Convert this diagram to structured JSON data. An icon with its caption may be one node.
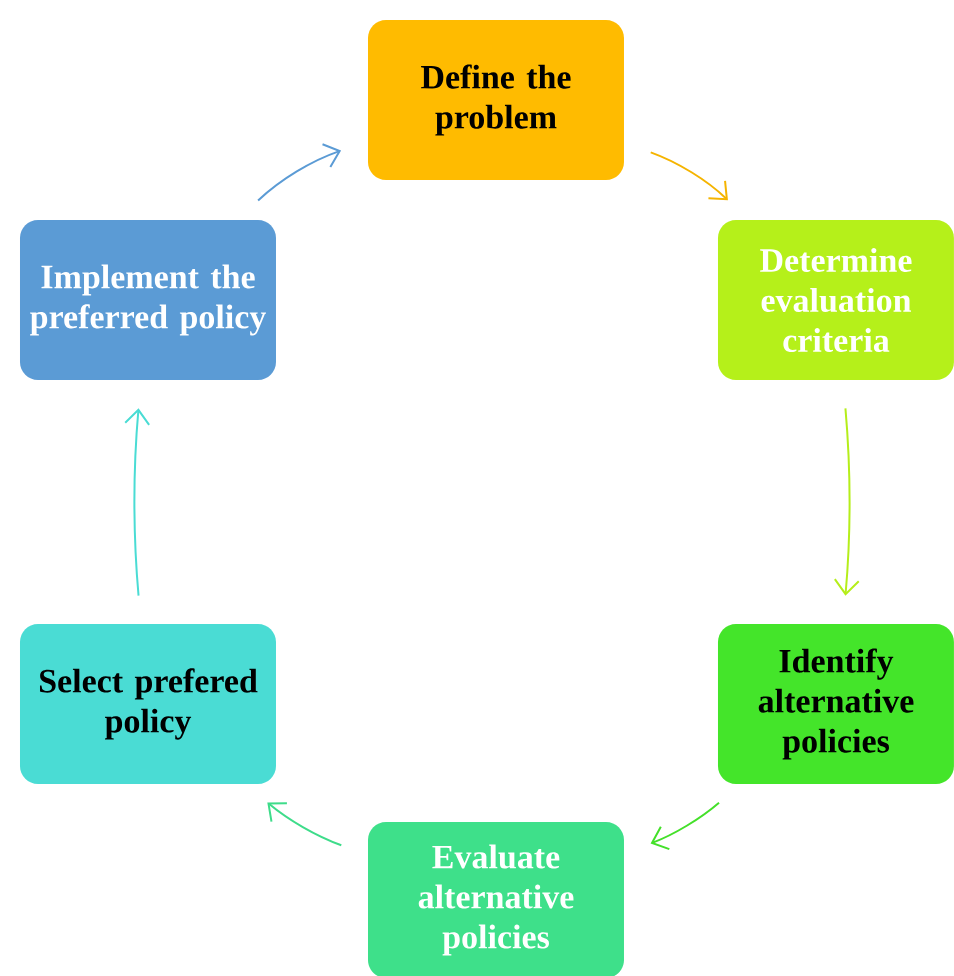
{
  "diagram": {
    "nodes": [
      {
        "text": [
          "Define the problem"
        ]
      },
      {
        "text": [
          "Determine evaluation criteria"
        ]
      },
      {
        "text": [
          "Identify alternative policies"
        ]
      },
      {
        "text": [
          "Evaluate alternative policies"
        ]
      },
      {
        "text": [
          "Select prefered policy"
        ]
      },
      {
        "text": [
          "Implement the preferred policy"
        ]
      }
    ],
    "edges": [
      {
        "from": 0,
        "to": 1,
        "arrow": "to",
        "color": "#f5b400"
      },
      {
        "from": 1,
        "to": 2,
        "arrow": "to",
        "color": "#b5ee1a"
      },
      {
        "from": 2,
        "to": 3,
        "arrow": "to",
        "color": "#44e02a"
      },
      {
        "from": 3,
        "to": 4,
        "arrow": "to",
        "color": "#3edc8a"
      },
      {
        "from": 4,
        "to": 5,
        "arrow": "to",
        "color": "#4adcd4"
      },
      {
        "from": 5,
        "to": 0,
        "arrow": "to",
        "color": "#5b9bd5"
      }
    ]
  }
}
